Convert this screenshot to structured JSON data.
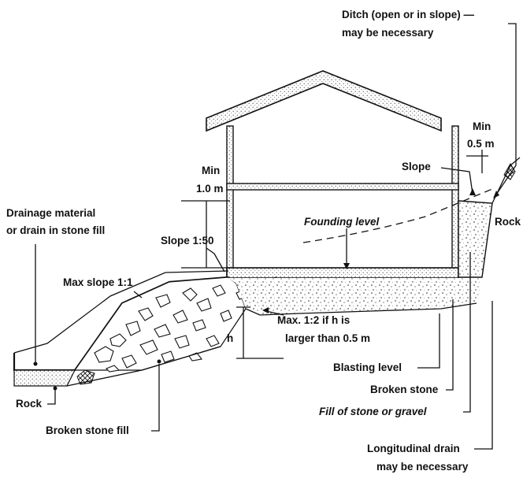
{
  "labels": {
    "ditch_line1": "Ditch (open or in slope) —",
    "ditch_line2": "may be necessary",
    "min_top_line1": "Min",
    "min_top_line2": "0.5 m",
    "slope": "Slope",
    "min_left_line1": "Min",
    "min_left_line2": "1.0 m",
    "drainage_line1": "Drainage material",
    "drainage_line2": "or drain in stone fill",
    "founding_level": "Founding level",
    "rock_right": "Rock",
    "slope_150": "Slope 1:50",
    "max_slope_11": "Max slope 1:1",
    "max12_line1": "Max. 1:2 if h is",
    "max12_line2": "larger than 0.5 m",
    "h": "h",
    "blasting_level": "Blasting level",
    "broken_stone": "Broken stone",
    "rock_left": "Rock",
    "fill_stone_gravel": "Fill of stone or gravel",
    "broken_stone_fill": "Broken stone fill",
    "longitudinal_line1": "Longitudinal drain",
    "longitudinal_line2": "may be necessary"
  }
}
